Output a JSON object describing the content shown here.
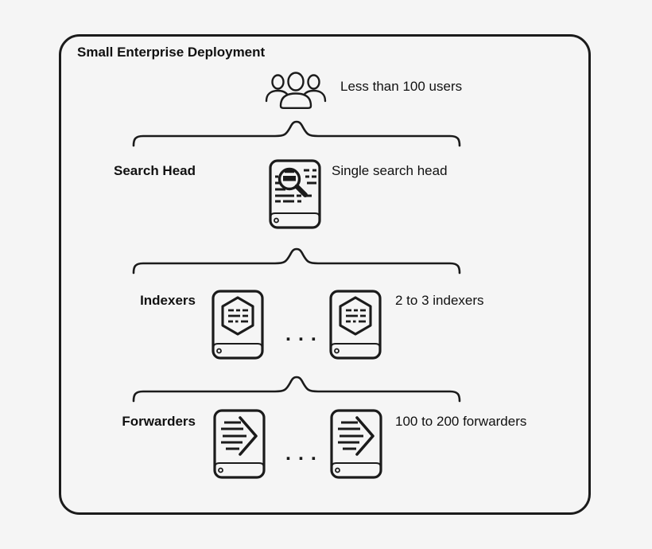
{
  "title": "Small Enterprise Deployment",
  "users": {
    "icon": "users-group-icon",
    "caption": "Less than 100 users"
  },
  "rows": [
    {
      "label": "Search Head",
      "annotation": "Single search head",
      "icon": "search-head-server-icon",
      "server_count_shown": 1
    },
    {
      "label": "Indexers",
      "annotation": "2 to 3 indexers",
      "icon": "indexer-server-icon",
      "server_count_shown": 2,
      "ellipsis": "..."
    },
    {
      "label": "Forwarders",
      "annotation": "100 to 200 forwarders",
      "icon": "forwarder-server-icon",
      "server_count_shown": 2,
      "ellipsis": "..."
    }
  ],
  "colors": {
    "background": "#f5f5f5",
    "stroke": "#1b1b1b",
    "text": "#111111"
  }
}
